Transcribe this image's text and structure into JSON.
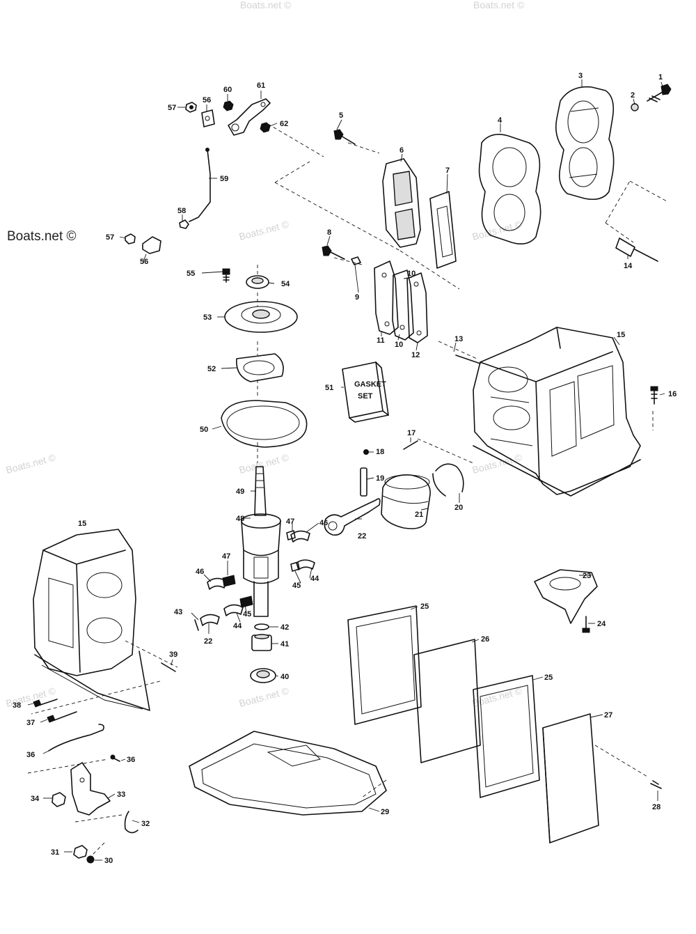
{
  "watermarks": {
    "main": "Boats.net ©",
    "faint": "Boats.net ©"
  },
  "parts": {
    "p1": "1",
    "p2": "2",
    "p3": "3",
    "p4": "4",
    "p5": "5",
    "p6": "6",
    "p7": "7",
    "p8": "8",
    "p9": "9",
    "p10a": "10",
    "p10b": "10",
    "p11": "11",
    "p12": "12",
    "p13": "13",
    "p14": "14",
    "p15a": "15",
    "p15b": "15",
    "p16": "16",
    "p17": "17",
    "p18": "18",
    "p19": "19",
    "p20": "20",
    "p21": "21",
    "p22a": "22",
    "p22b": "22",
    "p23": "23",
    "p24": "24",
    "p25a": "25",
    "p25b": "25",
    "p26": "26",
    "p27": "27",
    "p28": "28",
    "p29": "29",
    "p30": "30",
    "p31": "31",
    "p32": "32",
    "p33": "33",
    "p34": "34",
    "p36a": "36",
    "p36b": "36",
    "p37": "37",
    "p38": "38",
    "p39": "39",
    "p40": "40",
    "p41": "41",
    "p42": "42",
    "p43": "43",
    "p44a": "44",
    "p44b": "44",
    "p45a": "45",
    "p45b": "45",
    "p46a": "46",
    "p46b": "46",
    "p47a": "47",
    "p47b": "47",
    "p48": "48",
    "p49": "49",
    "p50": "50",
    "p51": "51",
    "p52": "52",
    "p53": "53",
    "p54": "54",
    "p55": "55",
    "p56a": "56",
    "p56b": "56",
    "p57a": "57",
    "p57b": "57",
    "p58": "58",
    "p59": "59",
    "p60": "60",
    "p61": "61",
    "p62": "62"
  },
  "gasket_set_box": {
    "line1": "GASKET",
    "line2": "SET"
  }
}
